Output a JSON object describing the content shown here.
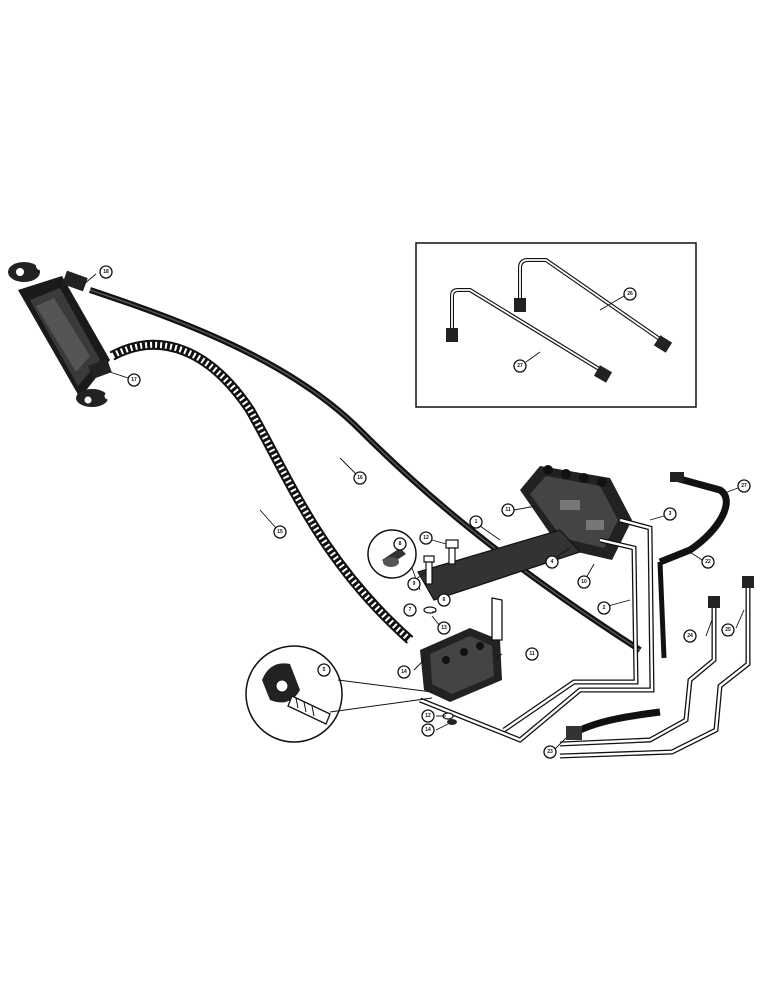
{
  "figure": {
    "callouts": [
      {
        "id": "c-18",
        "text": "18"
      },
      {
        "id": "c-17",
        "text": "17"
      },
      {
        "id": "c-16",
        "text": "16"
      },
      {
        "id": "c-15",
        "text": "15"
      },
      {
        "id": "c-26",
        "text": "26"
      },
      {
        "id": "c-27-inset",
        "text": "27"
      },
      {
        "id": "c-27-right",
        "text": "27"
      },
      {
        "id": "c-22",
        "text": "22"
      },
      {
        "id": "c-3",
        "text": "3"
      },
      {
        "id": "c-11-top",
        "text": "11"
      },
      {
        "id": "c-1",
        "text": "1"
      },
      {
        "id": "c-4",
        "text": "4"
      },
      {
        "id": "c-10",
        "text": "10"
      },
      {
        "id": "c-2",
        "text": "2"
      },
      {
        "id": "c-12-top",
        "text": "12"
      },
      {
        "id": "c-8",
        "text": "8"
      },
      {
        "id": "c-9",
        "text": "9"
      },
      {
        "id": "c-6",
        "text": "6"
      },
      {
        "id": "c-13",
        "text": "13"
      },
      {
        "id": "c-7",
        "text": "7"
      },
      {
        "id": "c-14-top",
        "text": "14"
      },
      {
        "id": "c-11-valve",
        "text": "11"
      },
      {
        "id": "c-5",
        "text": "5"
      },
      {
        "id": "c-12-bottom",
        "text": "12"
      },
      {
        "id": "c-14-bottom",
        "text": "14"
      },
      {
        "id": "c-24",
        "text": "24"
      },
      {
        "id": "c-25",
        "text": "25"
      },
      {
        "id": "c-23",
        "text": "23"
      }
    ]
  }
}
